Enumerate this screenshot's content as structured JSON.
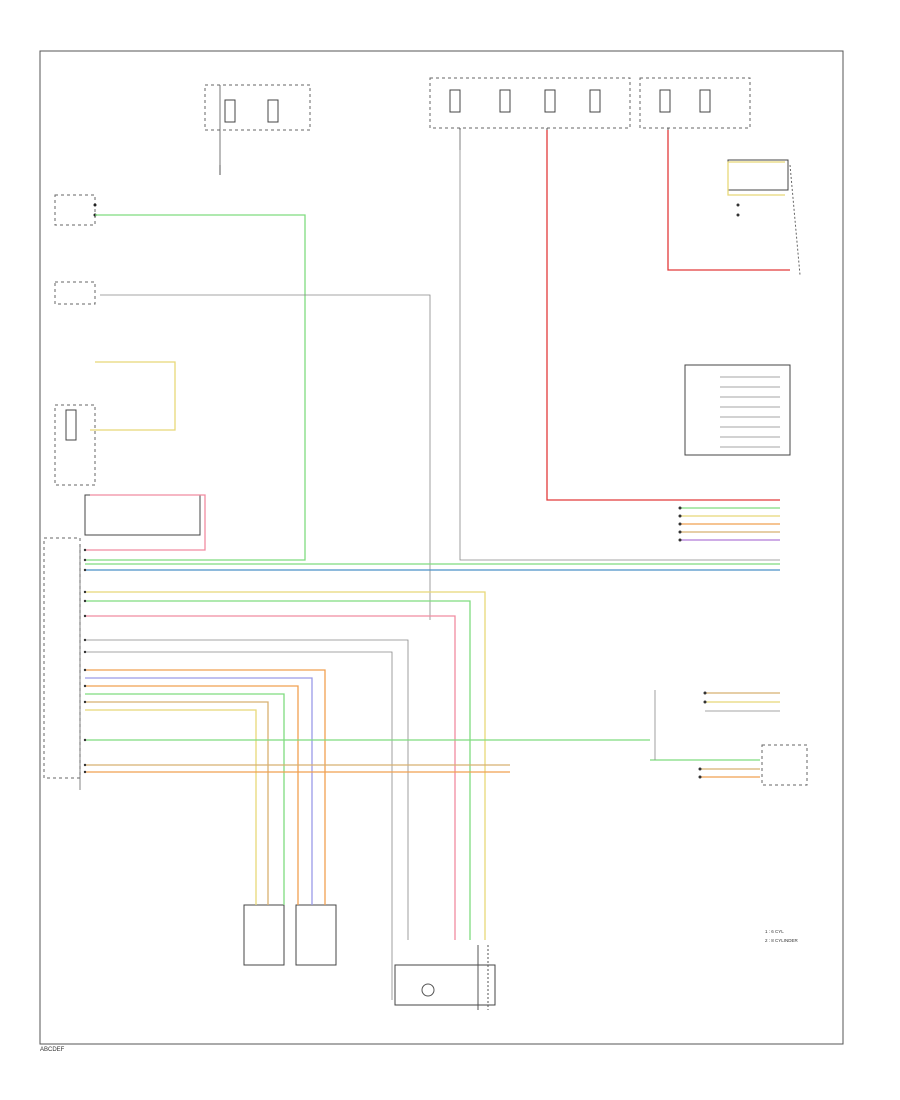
{
  "page_id": "ABCDEF",
  "legend": [
    "1 : 6 CYL",
    "2 : 8 CYLINDER"
  ],
  "wire_colors": {
    "green": "#7fdc7f",
    "red": "#e23a3a",
    "pink": "#f08ca0",
    "yellow": "#e8d878",
    "tan": "#d8b070",
    "blue": "#4a90c8",
    "purple": "#b07ad8",
    "orange": "#f0a050",
    "violet": "#9a9ae8",
    "gray": "#888888",
    "black": "#222222"
  }
}
